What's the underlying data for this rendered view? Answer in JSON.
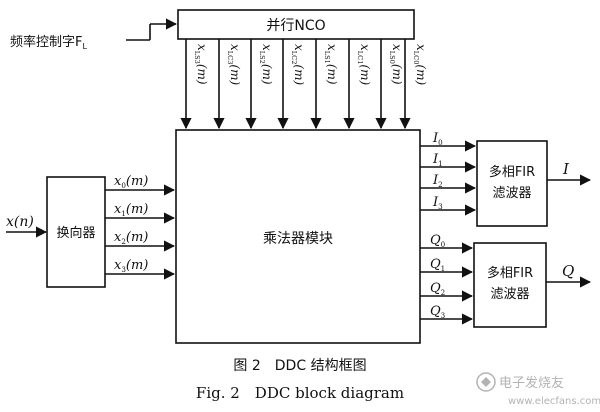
{
  "blocks": {
    "nco": "并行NCO",
    "multiplier": "乘法器模块",
    "reverser": "换向器",
    "fir_i_line1": "多相FIR",
    "fir_i_line2": "滤波器",
    "fir_q_line1": "多相FIR",
    "fir_q_line2": "滤波器"
  },
  "labels": {
    "freq_control": "频率控制字F",
    "freq_control_sub": "L",
    "input": "x(n)",
    "output_i": "I",
    "output_q": "Q"
  },
  "nco_outputs": [
    {
      "base": "x",
      "sub": "LS3",
      "arg": "(m)"
    },
    {
      "base": "x",
      "sub": "LC3",
      "arg": "(m)"
    },
    {
      "base": "x",
      "sub": "LS2",
      "arg": "(m)"
    },
    {
      "base": "x",
      "sub": "LC2",
      "arg": "(m)"
    },
    {
      "base": "x",
      "sub": "LS1",
      "arg": "(m)"
    },
    {
      "base": "x",
      "sub": "LC1",
      "arg": "(m)"
    },
    {
      "base": "x",
      "sub": "LS0",
      "arg": "(m)"
    },
    {
      "base": "x",
      "sub": "LC0",
      "arg": "(m)"
    }
  ],
  "reverser_outputs": [
    {
      "base": "x",
      "sub": "0",
      "arg": "(m)"
    },
    {
      "base": "x",
      "sub": "1",
      "arg": "(m)"
    },
    {
      "base": "x",
      "sub": "2",
      "arg": "(m)"
    },
    {
      "base": "x",
      "sub": "3",
      "arg": "(m)"
    }
  ],
  "i_channels": [
    {
      "base": "I",
      "sub": "0"
    },
    {
      "base": "I",
      "sub": "1"
    },
    {
      "base": "I",
      "sub": "2"
    },
    {
      "base": "I",
      "sub": "3"
    }
  ],
  "q_channels": [
    {
      "base": "Q",
      "sub": "0"
    },
    {
      "base": "Q",
      "sub": "1"
    },
    {
      "base": "Q",
      "sub": "2"
    },
    {
      "base": "Q",
      "sub": "3"
    }
  ],
  "caption": {
    "cn": "图 2　DDC 结构框图",
    "en": "Fig. 2　DDC block diagram"
  },
  "watermark": {
    "logo_text": "电子发烧友",
    "url": "www.elecfans.com"
  }
}
